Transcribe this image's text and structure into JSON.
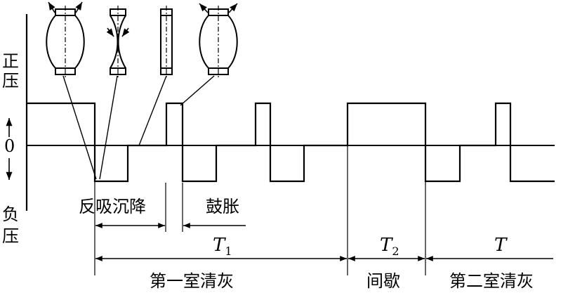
{
  "axis": {
    "positive_line1": "正",
    "positive_line2": "压",
    "zero": "0",
    "negative_line1": "负",
    "negative_line2": "压"
  },
  "annotations": {
    "reverse_blow_settle": "反吸沉降",
    "swelling": "鼓胀"
  },
  "periods": {
    "t1_symbol": "T",
    "t1_subscript": "1",
    "t2_symbol": "T",
    "t2_subscript": "2",
    "t_symbol": "T"
  },
  "phases": {
    "first_chamber": "第一室清灰",
    "pause": "间歇",
    "second_chamber": "第二室清灰"
  },
  "colors": {
    "line": "#000000",
    "background": "#ffffff"
  }
}
